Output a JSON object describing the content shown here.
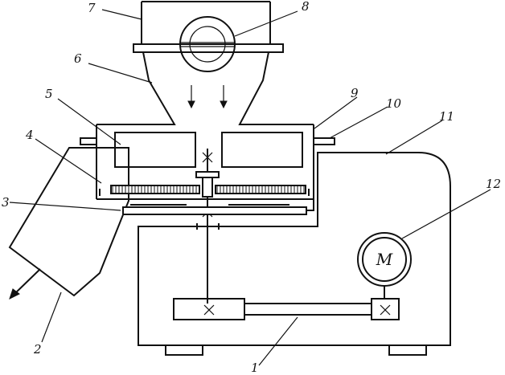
{
  "callouts": {
    "c1": "1",
    "c2": "2",
    "c3": "3",
    "c4": "4",
    "c5": "5",
    "c6": "6",
    "c7": "7",
    "c8": "8",
    "c9": "9",
    "c10": "10",
    "c11": "11",
    "c12": "12"
  },
  "motor_label": "M"
}
